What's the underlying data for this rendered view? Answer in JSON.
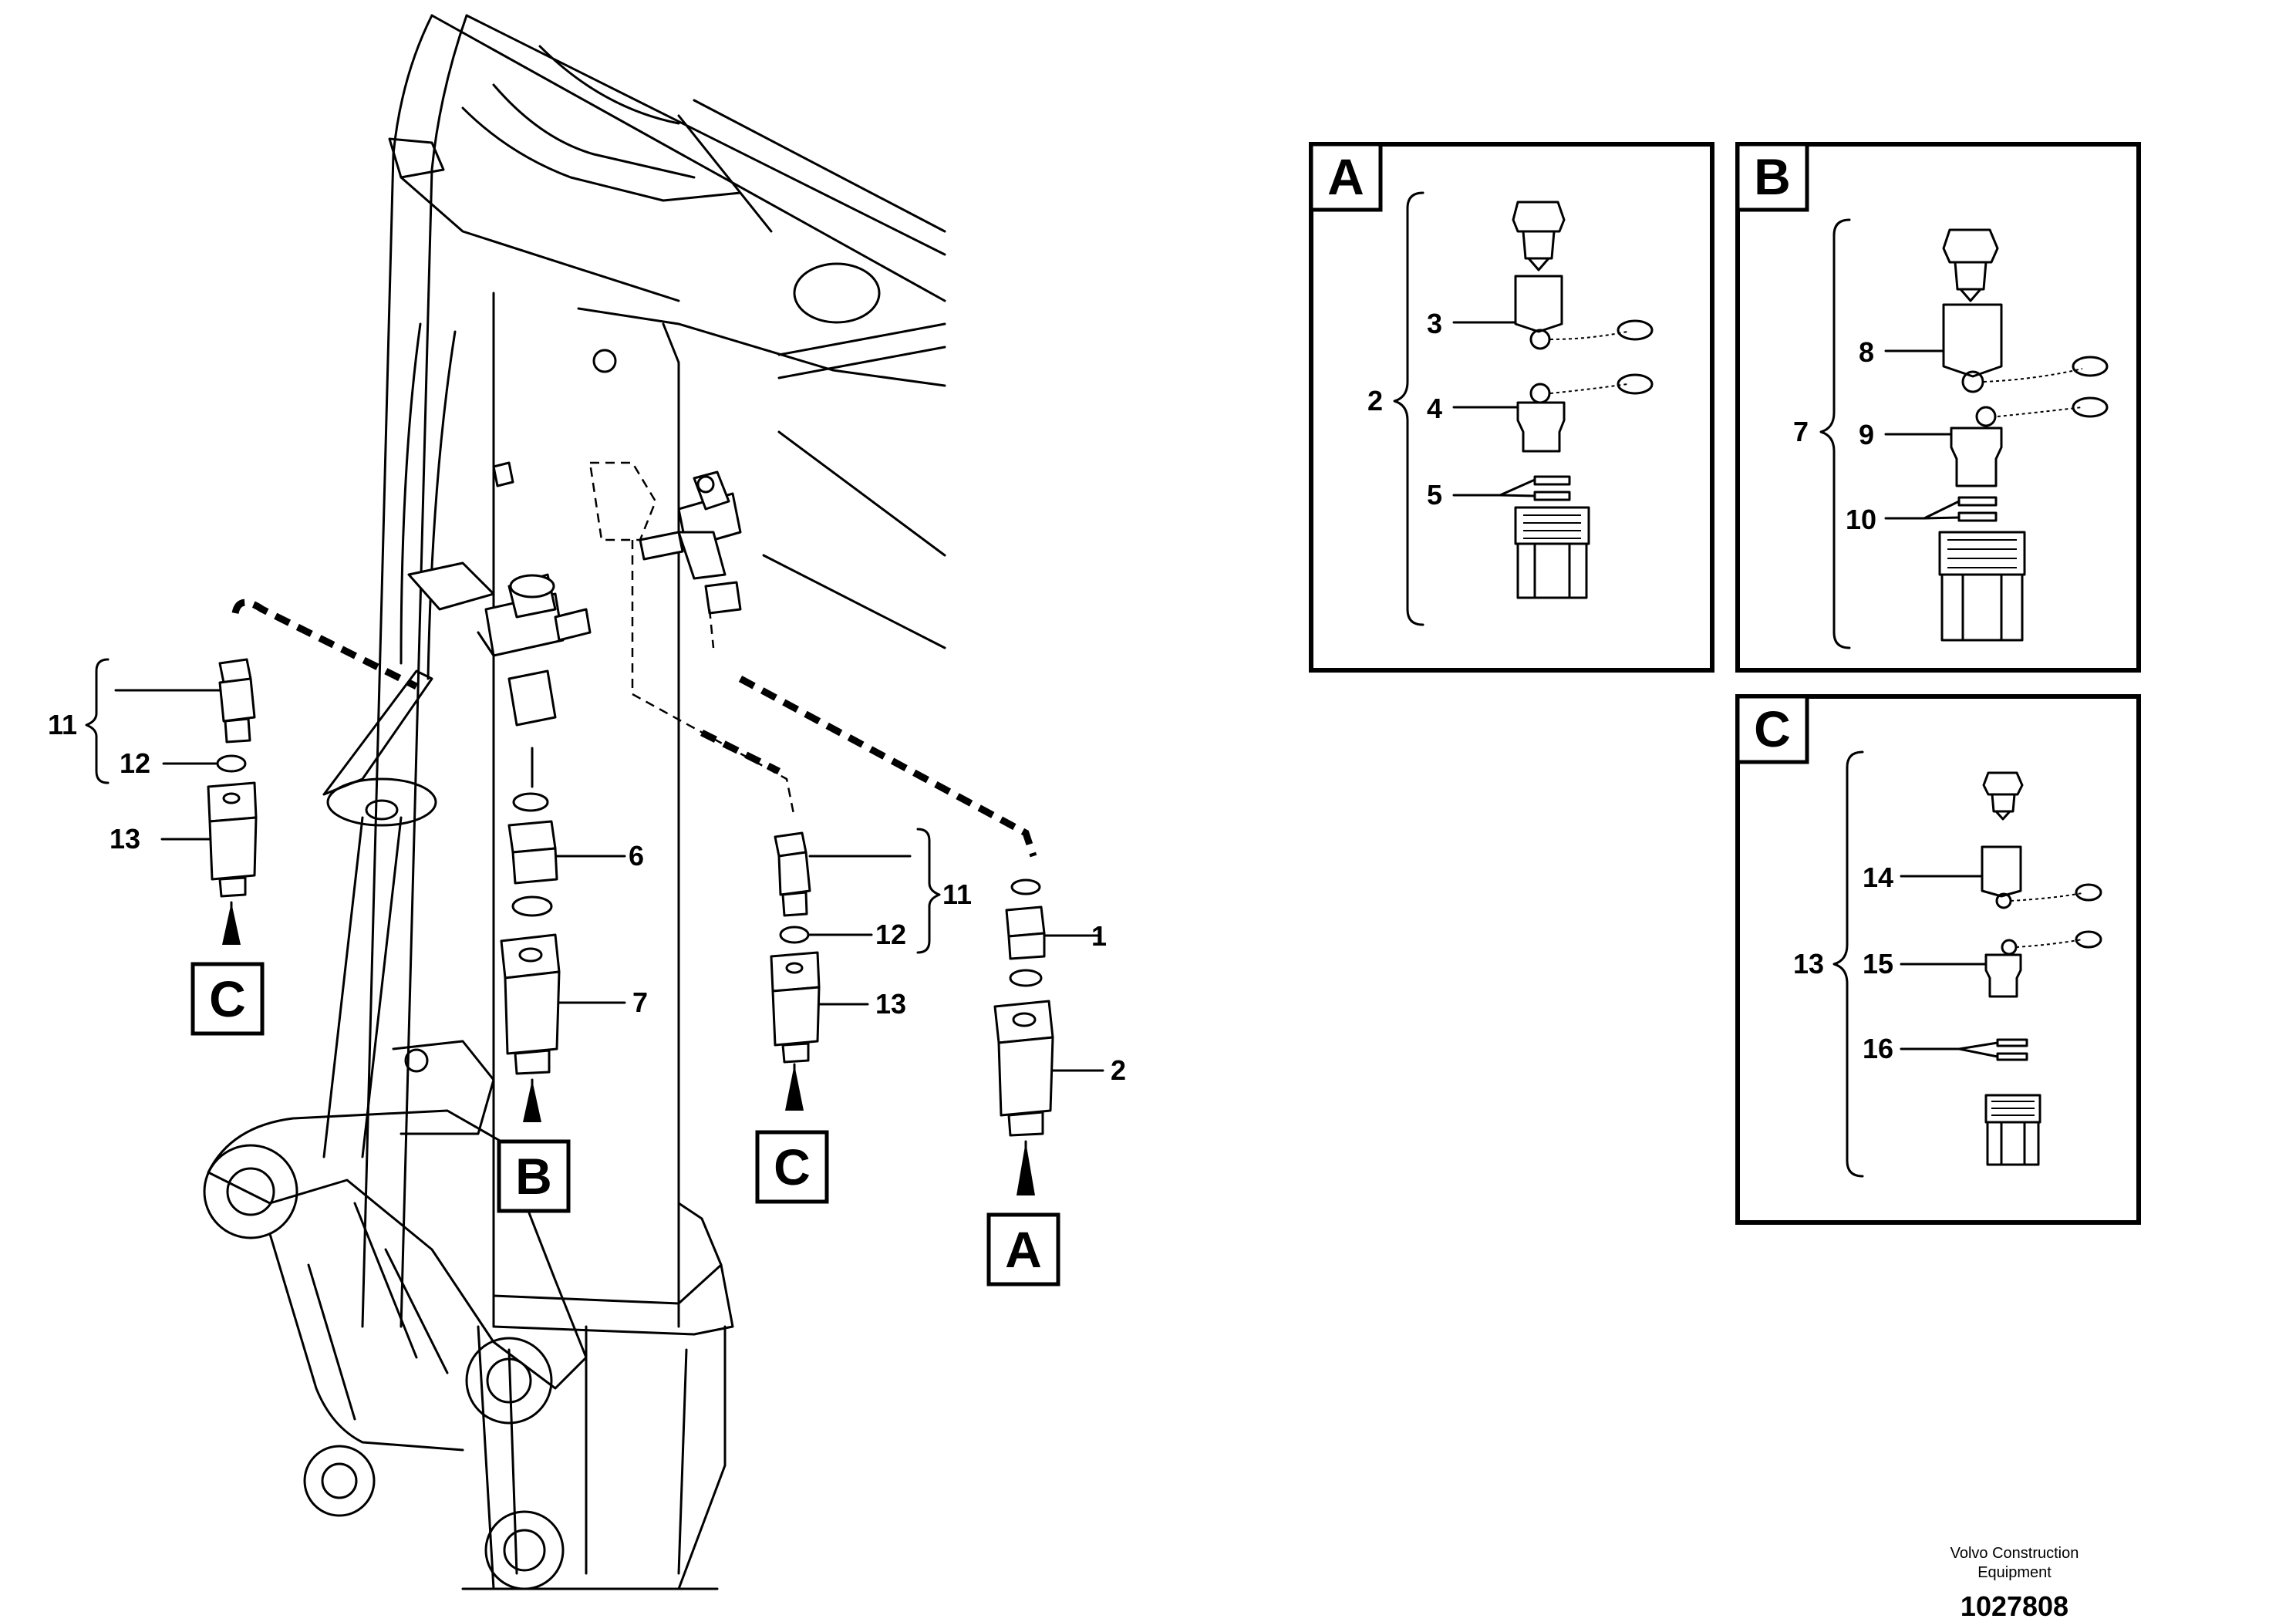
{
  "callouts": {
    "main": {
      "n1": "1",
      "n2": "2",
      "n6": "6",
      "n7": "7",
      "n11a": "11",
      "n12a": "12",
      "n13a": "13",
      "n11b": "11",
      "n12b": "12",
      "n13b": "13"
    },
    "boxA": {
      "n2": "2",
      "n3": "3",
      "n4": "4",
      "n5": "5"
    },
    "boxB": {
      "n7": "7",
      "n8": "8",
      "n9": "9",
      "n10": "10"
    },
    "boxC": {
      "n13": "13",
      "n14": "14",
      "n15": "15",
      "n16": "16"
    }
  },
  "tags": {
    "main_c1": "C",
    "main_b": "B",
    "main_c2": "C",
    "main_a": "A",
    "box_a": "A",
    "box_b": "B",
    "box_c": "C"
  },
  "footer": {
    "company_line1": "Volvo Construction",
    "company_line2": "Equipment",
    "drawing_number": "1027808"
  }
}
